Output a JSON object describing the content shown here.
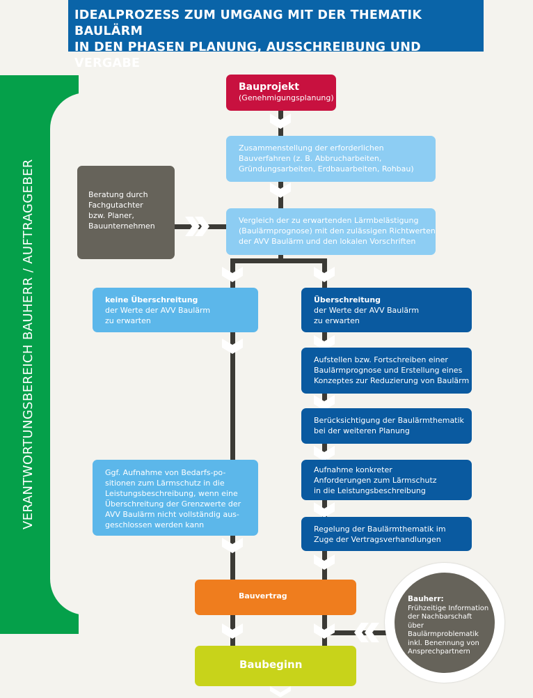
{
  "header": {
    "title_line1": "IDEALPROZESS ZUM UMGANG MIT DER THEMATIK BAULÄRM",
    "title_line2": "IN DEN PHASEN PLANUNG, AUSSCHREIBUNG UND VERGABE"
  },
  "sidebar": {
    "label": "VERANTWORTUNGSBEREICH BAUHERR / AUFTRAGGEBER"
  },
  "nodes": {
    "bauprojekt": {
      "title": "Bauprojekt",
      "subtitle": "(Genehmigungsplanung)"
    },
    "zusammenstellung": {
      "lines": [
        "Zusammenstellung der erforderlichen",
        "Bauverfahren (z. B. Abbrucharbeiten,",
        "Gründungsarbeiten, Erdbauarbeiten, Rohbau)"
      ]
    },
    "vergleich": {
      "lines": [
        "Vergleich der zu erwartenden Lärmbelästigung",
        "(Baulärmprognose) mit den zulässigen Richtwerten",
        "der AVV Baulärm und den lokalen Vorschriften"
      ]
    },
    "beratung": {
      "lines": [
        "Beratung durch",
        "Fachgutachter",
        "bzw. Planer,",
        "Bauunternehmen"
      ]
    },
    "keine": {
      "bold": "keine Überschreitung",
      "lines": [
        "der Werte der AVV Baulärm",
        "zu erwarten"
      ]
    },
    "ueberschreitung": {
      "bold": "Überschreitung",
      "lines": [
        "der Werte der AVV Baulärm",
        "zu erwarten"
      ]
    },
    "aufstellen": {
      "lines": [
        "Aufstellen bzw. Fortschreiben einer",
        "Baulärmprognose und Erstellung eines",
        "Konzeptes zur Reduzierung von Baulärm"
      ]
    },
    "beruecksichtigung": {
      "lines": [
        "Berücksichtigung der Baulärmthematik",
        "bei der weiteren Planung"
      ]
    },
    "aufnahme": {
      "lines": [
        "Aufnahme konkreter",
        "Anforderungen zum Lärmschutz",
        "in die Leistungsbeschreibung"
      ]
    },
    "regelung": {
      "lines": [
        "Regelung der Baulärmthematik im",
        "Zuge der Vertragsverhandlungen"
      ]
    },
    "bedarf": {
      "lines": [
        "Ggf. Aufnahme von Bedarfs-po-",
        "sitionen zum Lärmschutz in die",
        "Leistungsbeschreibung, wenn eine",
        "Überschreitung der Grenzwerte der",
        "AVV Baulärm nicht vollständig aus-",
        "geschlossen werden kann"
      ]
    },
    "bauvertrag": {
      "title": "Bauvertrag"
    },
    "baubeginn": {
      "title": "Baubeginn"
    },
    "bauherr": {
      "bold": "Bauherr:",
      "lines": [
        "Frühzeitige Information",
        "der Nachbarschaft über",
        "Baulärmproblematik",
        "inkl. Benennung von",
        "Ansprechpartnern"
      ]
    }
  },
  "colors": {
    "title_bg": "#0a64a8",
    "sidebar": "#05a04a",
    "red": "#c8113f",
    "light_blue": "#5cb7ea",
    "pale_blue": "#8dcdf3",
    "dark_blue": "#0a5aa0",
    "grey": "#66635a",
    "orange": "#ef7d1e",
    "lime": "#c8d31a",
    "connector": "#3b3a35"
  }
}
